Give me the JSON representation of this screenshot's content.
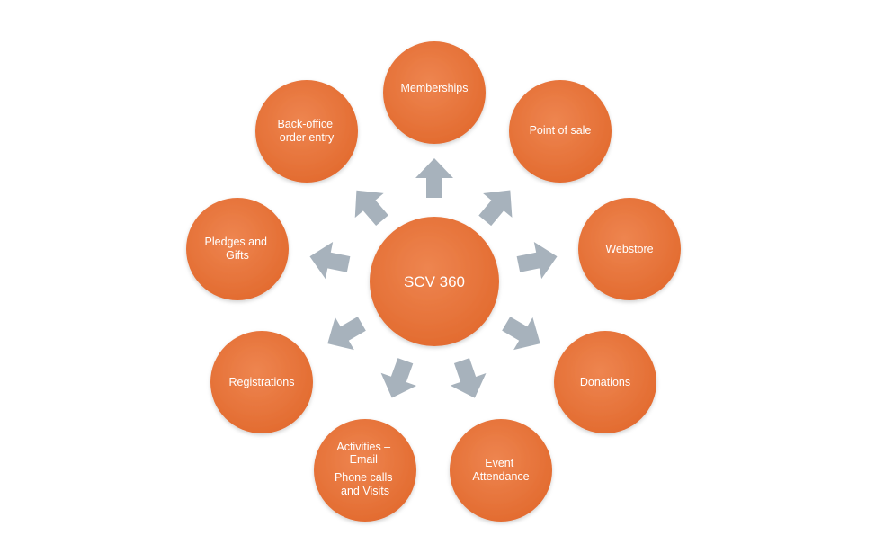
{
  "diagram": {
    "center": {
      "label": "SCV 360"
    },
    "nodes": [
      {
        "id": "memberships",
        "lines": [
          "Memberships"
        ]
      },
      {
        "id": "point-of-sale",
        "lines": [
          "Point of sale"
        ]
      },
      {
        "id": "webstore",
        "lines": [
          "Webstore"
        ]
      },
      {
        "id": "donations",
        "lines": [
          "Donations"
        ]
      },
      {
        "id": "event-attendance",
        "lines": [
          "Event",
          "Attendance"
        ]
      },
      {
        "id": "activities",
        "lines": [
          "Activities –",
          "Email",
          "Phone calls",
          "and Visits"
        ]
      },
      {
        "id": "registrations",
        "lines": [
          "Registrations"
        ]
      },
      {
        "id": "pledges-gifts",
        "lines": [
          "Pledges and",
          "Gifts"
        ]
      },
      {
        "id": "back-office",
        "lines": [
          "Back-office",
          "order entry"
        ]
      }
    ],
    "colors": {
      "node_fill": "#E8743B",
      "node_edge": "#D9652C",
      "arrow_fill": "#A7B2BC",
      "text": "#FFFFFF"
    }
  }
}
